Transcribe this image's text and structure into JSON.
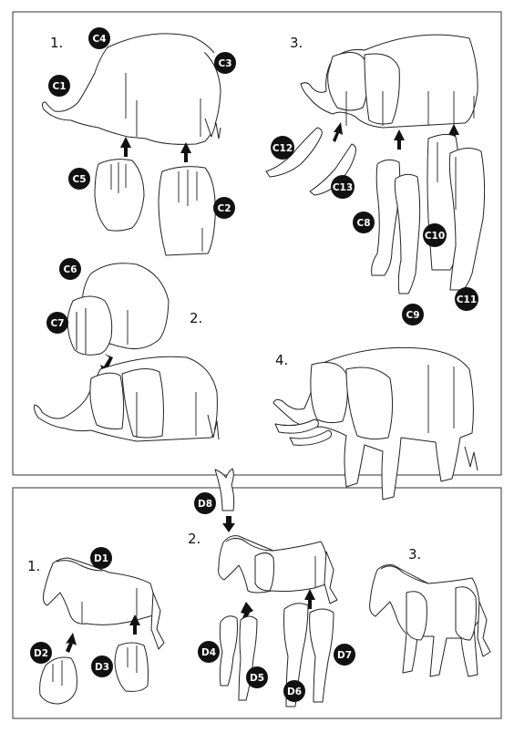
{
  "panels": {
    "elephant": {
      "steps": [
        "1.",
        "2.",
        "3.",
        "4."
      ],
      "parts": [
        "C1",
        "C2",
        "C3",
        "C4",
        "C5",
        "C6",
        "C7",
        "C8",
        "C9",
        "C10",
        "C11",
        "C12",
        "C13"
      ]
    },
    "zebra": {
      "steps": [
        "1.",
        "2.",
        "3."
      ],
      "parts": [
        "D1",
        "D2",
        "D3",
        "D4",
        "D5",
        "D6",
        "D7",
        "D8"
      ]
    }
  }
}
